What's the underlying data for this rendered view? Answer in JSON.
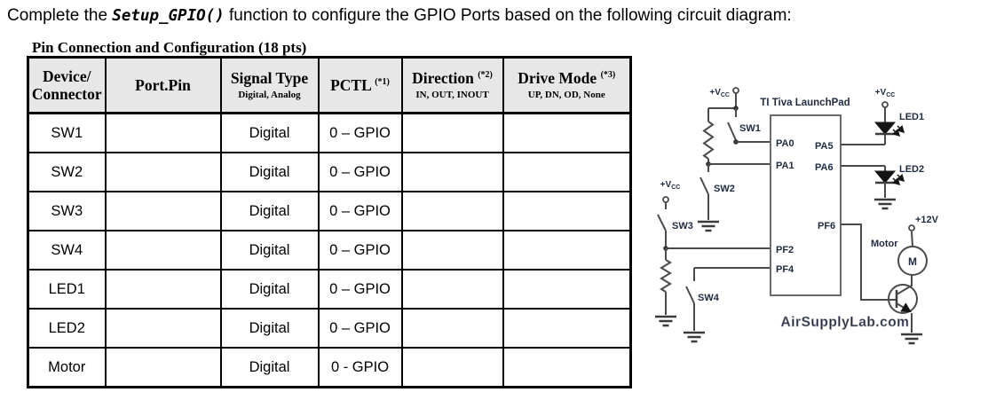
{
  "title": {
    "prefix": "Complete the ",
    "code": "Setup_GPIO()",
    "suffix": " function to configure the GPIO Ports based on the following circuit diagram:"
  },
  "table": {
    "caption": "Pin Connection and Configuration (18 pts)",
    "columns": {
      "device_line1": "Device/",
      "device_line2": "Connector",
      "port": "Port.Pin",
      "signal": "Signal Type",
      "signal_sub": "Digital, Analog",
      "pctl": "PCTL",
      "pctl_sup": "(*1)",
      "direction": "Direction",
      "direction_sup": "(*2)",
      "direction_sub": "IN, OUT, INOUT",
      "drive": "Drive Mode",
      "drive_sup": "(*3)",
      "drive_sub": "UP, DN, OD, None"
    },
    "rows": [
      {
        "device": "SW1",
        "port": "",
        "signal": "Digital",
        "pctl": "0 – GPIO",
        "direction": "",
        "drive": ""
      },
      {
        "device": "SW2",
        "port": "",
        "signal": "Digital",
        "pctl": "0 – GPIO",
        "direction": "",
        "drive": ""
      },
      {
        "device": "SW3",
        "port": "",
        "signal": "Digital",
        "pctl": "0 – GPIO",
        "direction": "",
        "drive": ""
      },
      {
        "device": "SW4",
        "port": "",
        "signal": "Digital",
        "pctl": "0 – GPIO",
        "direction": "",
        "drive": ""
      },
      {
        "device": "LED1",
        "port": "",
        "signal": "Digital",
        "pctl": "0 – GPIO",
        "direction": "",
        "drive": ""
      },
      {
        "device": "LED2",
        "port": "",
        "signal": "Digital",
        "pctl": "0 – GPIO",
        "direction": "",
        "drive": ""
      },
      {
        "device": "Motor",
        "port": "",
        "signal": "Digital",
        "pctl": "0 - GPIO",
        "direction": "",
        "drive": ""
      }
    ]
  },
  "circuit": {
    "board_title": "TI Tiva LaunchPad",
    "watermark": "AirSupplyLab.com",
    "pins": {
      "pa0": "PA0",
      "pa1": "PA1",
      "pa5": "PA5",
      "pa6": "PA6",
      "pf2": "PF2",
      "pf4": "PF4",
      "pf6": "PF6"
    },
    "labels": {
      "sw1": "SW1",
      "sw2": "SW2",
      "sw3": "SW3",
      "sw4": "SW4",
      "led1": "LED1",
      "led2": "LED2",
      "motor": "Motor",
      "motor_symbol": "M",
      "vcc_main": "+V",
      "vcc_sub": "CC",
      "v12": "+12V"
    },
    "colors": {
      "wire": "#4a4a4a",
      "label_text": "#1f2940",
      "led_fill": "#141414",
      "watermark": "#dcdcdc",
      "table_header_bg": "#e7e7e7"
    }
  }
}
